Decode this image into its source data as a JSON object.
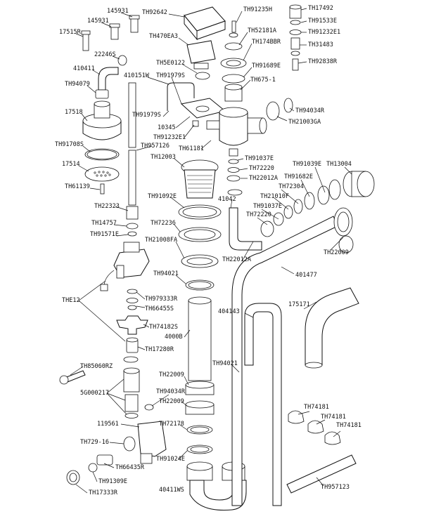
{
  "part_labels": [
    {
      "id": "145931a",
      "text": "145931"
    },
    {
      "id": "145931b",
      "text": "145931"
    },
    {
      "id": "17515R",
      "text": "17515R"
    },
    {
      "id": "22246S",
      "text": "22246S"
    },
    {
      "id": "410411",
      "text": "410411"
    },
    {
      "id": "TH94079",
      "text": "TH94079"
    },
    {
      "id": "17518",
      "text": "17518"
    },
    {
      "id": "TH91708S",
      "text": "TH91708S"
    },
    {
      "id": "17514",
      "text": "17514"
    },
    {
      "id": "TH61139",
      "text": "TH61139"
    },
    {
      "id": "TH92642",
      "text": "TH92642"
    },
    {
      "id": "TH470EA3",
      "text": "TH470EA3"
    },
    {
      "id": "TH5E0122",
      "text": "TH5E0122"
    },
    {
      "id": "410151W",
      "text": "410151W"
    },
    {
      "id": "TH91979S_top",
      "text": "TH91979S"
    },
    {
      "id": "TH91979S_bot",
      "text": "TH91979S"
    },
    {
      "id": "10345",
      "text": "10345"
    },
    {
      "id": "TH91232E1_mid",
      "text": "TH91232E1"
    },
    {
      "id": "TH957126",
      "text": "TH957126"
    },
    {
      "id": "TH61181",
      "text": "TH61181"
    },
    {
      "id": "TH12003",
      "text": "TH12003"
    },
    {
      "id": "TH22323",
      "text": "TH22323"
    },
    {
      "id": "TH91092E",
      "text": "TH91092E"
    },
    {
      "id": "TH14757",
      "text": "TH14757"
    },
    {
      "id": "TH91571E",
      "text": "TH91571E"
    },
    {
      "id": "TH72236",
      "text": "TH72236"
    },
    {
      "id": "TH21008FA",
      "text": "TH21008FA"
    },
    {
      "id": "TH94021_a",
      "text": "TH94021"
    },
    {
      "id": "THE12",
      "text": "THE12"
    },
    {
      "id": "TH979333R",
      "text": "TH979333R"
    },
    {
      "id": "TH66455S",
      "text": "TH66455S"
    },
    {
      "id": "TH74182S",
      "text": "TH74182S"
    },
    {
      "id": "4000B",
      "text": "4000B"
    },
    {
      "id": "TH17280R",
      "text": "TH17280R"
    },
    {
      "id": "TH85060RZ",
      "text": "TH85060RZ"
    },
    {
      "id": "5G000217",
      "text": "5G000217"
    },
    {
      "id": "TH22009_a",
      "text": "TH22009"
    },
    {
      "id": "TH94034R_a",
      "text": "TH94034R"
    },
    {
      "id": "TH22009_b",
      "text": "TH22009"
    },
    {
      "id": "119561",
      "text": "119561"
    },
    {
      "id": "TH72178",
      "text": "TH72178"
    },
    {
      "id": "TH729-16",
      "text": "TH729-16"
    },
    {
      "id": "TH91024E",
      "text": "TH91024E"
    },
    {
      "id": "TH66435R",
      "text": "TH66435R"
    },
    {
      "id": "TH91309E",
      "text": "TH91309E"
    },
    {
      "id": "TH17333R",
      "text": "TH17333R"
    },
    {
      "id": "40411WS",
      "text": "40411WS"
    },
    {
      "id": "TH91235H",
      "text": "TH91235H"
    },
    {
      "id": "TH52181A",
      "text": "TH52181A"
    },
    {
      "id": "TH174BBR",
      "text": "TH174BBR"
    },
    {
      "id": "TH91689E",
      "text": "TH91689E"
    },
    {
      "id": "TH675-1",
      "text": "TH675-1"
    },
    {
      "id": "TH17492",
      "text": "TH17492"
    },
    {
      "id": "TH91533E",
      "text": "TH91533E"
    },
    {
      "id": "TH91232E1_top",
      "text": "TH91232E1"
    },
    {
      "id": "TH31483",
      "text": "TH31483"
    },
    {
      "id": "TH92838R",
      "text": "TH92838R"
    },
    {
      "id": "TH94034R_b",
      "text": "TH94034R"
    },
    {
      "id": "TH21003GA",
      "text": "TH21003GA"
    },
    {
      "id": "TH91037E_a",
      "text": "TH91037E"
    },
    {
      "id": "TH72220_a",
      "text": "TH72220"
    },
    {
      "id": "TH22012A_a",
      "text": "TH22012A"
    },
    {
      "id": "TH91039E",
      "text": "TH91039E"
    },
    {
      "id": "TH13004",
      "text": "TH13004"
    },
    {
      "id": "TH91682E",
      "text": "TH91682E"
    },
    {
      "id": "TH72304",
      "text": "TH72304"
    },
    {
      "id": "TH21010F",
      "text": "TH21010F"
    },
    {
      "id": "41042",
      "text": "41042"
    },
    {
      "id": "TH91037E_b",
      "text": "TH91037E"
    },
    {
      "id": "TH72220_b",
      "text": "TH72220"
    },
    {
      "id": "TH22012A_b",
      "text": "TH22012A"
    },
    {
      "id": "TH22009_c",
      "text": "TH22009"
    },
    {
      "id": "401477",
      "text": "401477"
    },
    {
      "id": "404143",
      "text": "404143"
    },
    {
      "id": "175171",
      "text": "175171"
    },
    {
      "id": "TH94021_b",
      "text": "TH94021"
    },
    {
      "id": "TH74181_a",
      "text": "TH74181"
    },
    {
      "id": "TH74181_b",
      "text": "TH74181"
    },
    {
      "id": "TH74181_c",
      "text": "TH74181"
    },
    {
      "id": "TH957123",
      "text": "TH957123"
    }
  ]
}
